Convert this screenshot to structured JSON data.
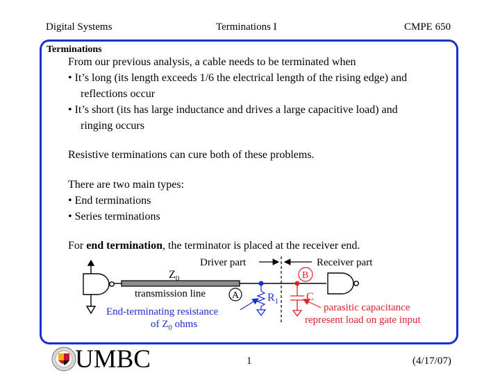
{
  "header": {
    "left": "Digital Systems",
    "center": "Terminations I",
    "right": "CMPE 650"
  },
  "heading": "Terminations",
  "body": {
    "intro": "From our previous analysis, a cable needs to be terminated when",
    "bullet1_a": "• It’s long (its length exceeds 1/6 the electrical length of the rising edge) and",
    "bullet1_b": "reflections occur",
    "bullet2_a": "• It’s short (its has large inductance and drives a large capacitive load) and",
    "bullet2_b": "ringing occurs",
    "resistive": "Resistive terminations can cure both of these problems.",
    "types_intro": "There are two main types:",
    "type1": "• End terminations",
    "type2": "• Series terminations",
    "end_pre": "For ",
    "end_bold": "end termination",
    "end_post": ", the terminator is placed at the receiver end."
  },
  "diagram": {
    "driver_part": "Driver part",
    "receiver_part": "Receiver part",
    "z0_main": "Z",
    "z0_sub": "0",
    "transmission_line": "transmission line",
    "node_a": "A",
    "node_b": "B",
    "r1_main": "R",
    "r1_sub": "1",
    "c_label": "C",
    "end_term_line1": "End-terminating resistance",
    "end_term_line2_pre": "of Z",
    "end_term_line2_sub": "0",
    "end_term_line2_post": " ohms",
    "parasitic_line1": "parasitic capacitance",
    "parasitic_line2": "represent load on gate input",
    "colors": {
      "blue": "#1a2fd0",
      "red": "#e0202a",
      "line": "#000000"
    }
  },
  "footer": {
    "logo_text": "UMBC",
    "page": "1",
    "date": "(4/17/07)"
  }
}
